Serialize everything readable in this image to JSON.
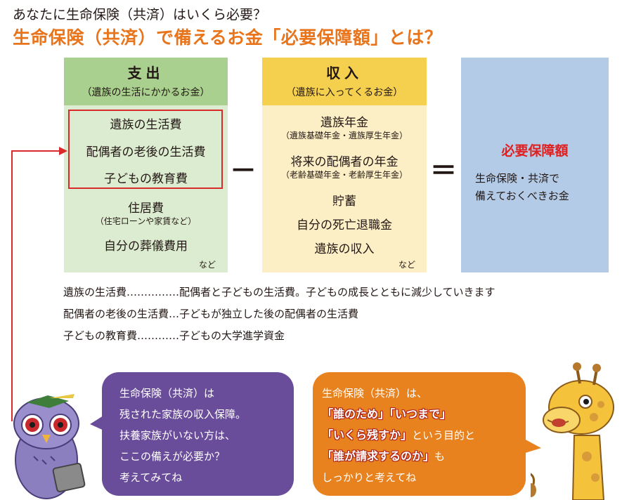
{
  "header": {
    "question": "あなたに生命保険（共済）はいくら必要？",
    "title": "生命保険（共済）で備えるお金「必要保障額」とは？"
  },
  "expenses": {
    "title": "支出",
    "subtitle": "（遺族の生活にかかるお金）",
    "items": [
      "遺族の生活費",
      "配偶者の老後の生活費",
      "子どもの教育費"
    ],
    "housing": "住居費",
    "housing_note": "（住宅ローンや家賃など）",
    "funeral": "自分の葬儀費用",
    "etc": "など"
  },
  "income": {
    "title": "収入",
    "subtitle": "（遺族に入ってくるお金）",
    "pension": "遺族年金",
    "pension_note": "（遺族基礎年金・遺族厚生年金）",
    "spouse_pension": "将来の配偶者の年金",
    "spouse_pension_note": "（老齢基礎年金・老齢厚生年金）",
    "savings": "貯蓄",
    "retirement": "自分の死亡退職金",
    "family_income": "遺族の収入",
    "etc": "など"
  },
  "operators": {
    "minus": "－",
    "equals": "＝"
  },
  "result": {
    "title": "必要保障額",
    "line1": "生命保険・共済で",
    "line2": "備えておくべきお金"
  },
  "explanations": [
    "遺族の生活費……………配偶者と子どもの生活費。子どもの成長とともに減少していきます",
    "配偶者の老後の生活費…子どもが独立した後の配偶者の生活費",
    "子どもの教育費…………子どもの大学進学資金"
  ],
  "owl_bubble": {
    "lines": [
      "生命保険（共済）は",
      "残された家族の収入保障。",
      "扶養家族がいない方は、",
      "ここの備えが必要か？",
      "考えてみてね"
    ]
  },
  "giraffe_bubble": {
    "intro": "生命保険（共済）は、",
    "h1": "「誰のため」「いつまで」",
    "h2": "「いくら残すか」",
    "t2": "という目的と",
    "h3": "「誰が請求するのか」",
    "t3": "も",
    "end": "しっかりと考えてね"
  },
  "colors": {
    "title_orange": "#e8741b",
    "expense_head": "#a9d08e",
    "income_head": "#f5d04e",
    "result_bg": "#b3cbe6",
    "highlight_red": "#e02020",
    "owl_bubble": "#6a4d9a",
    "giraffe_bubble": "#e8821f"
  }
}
